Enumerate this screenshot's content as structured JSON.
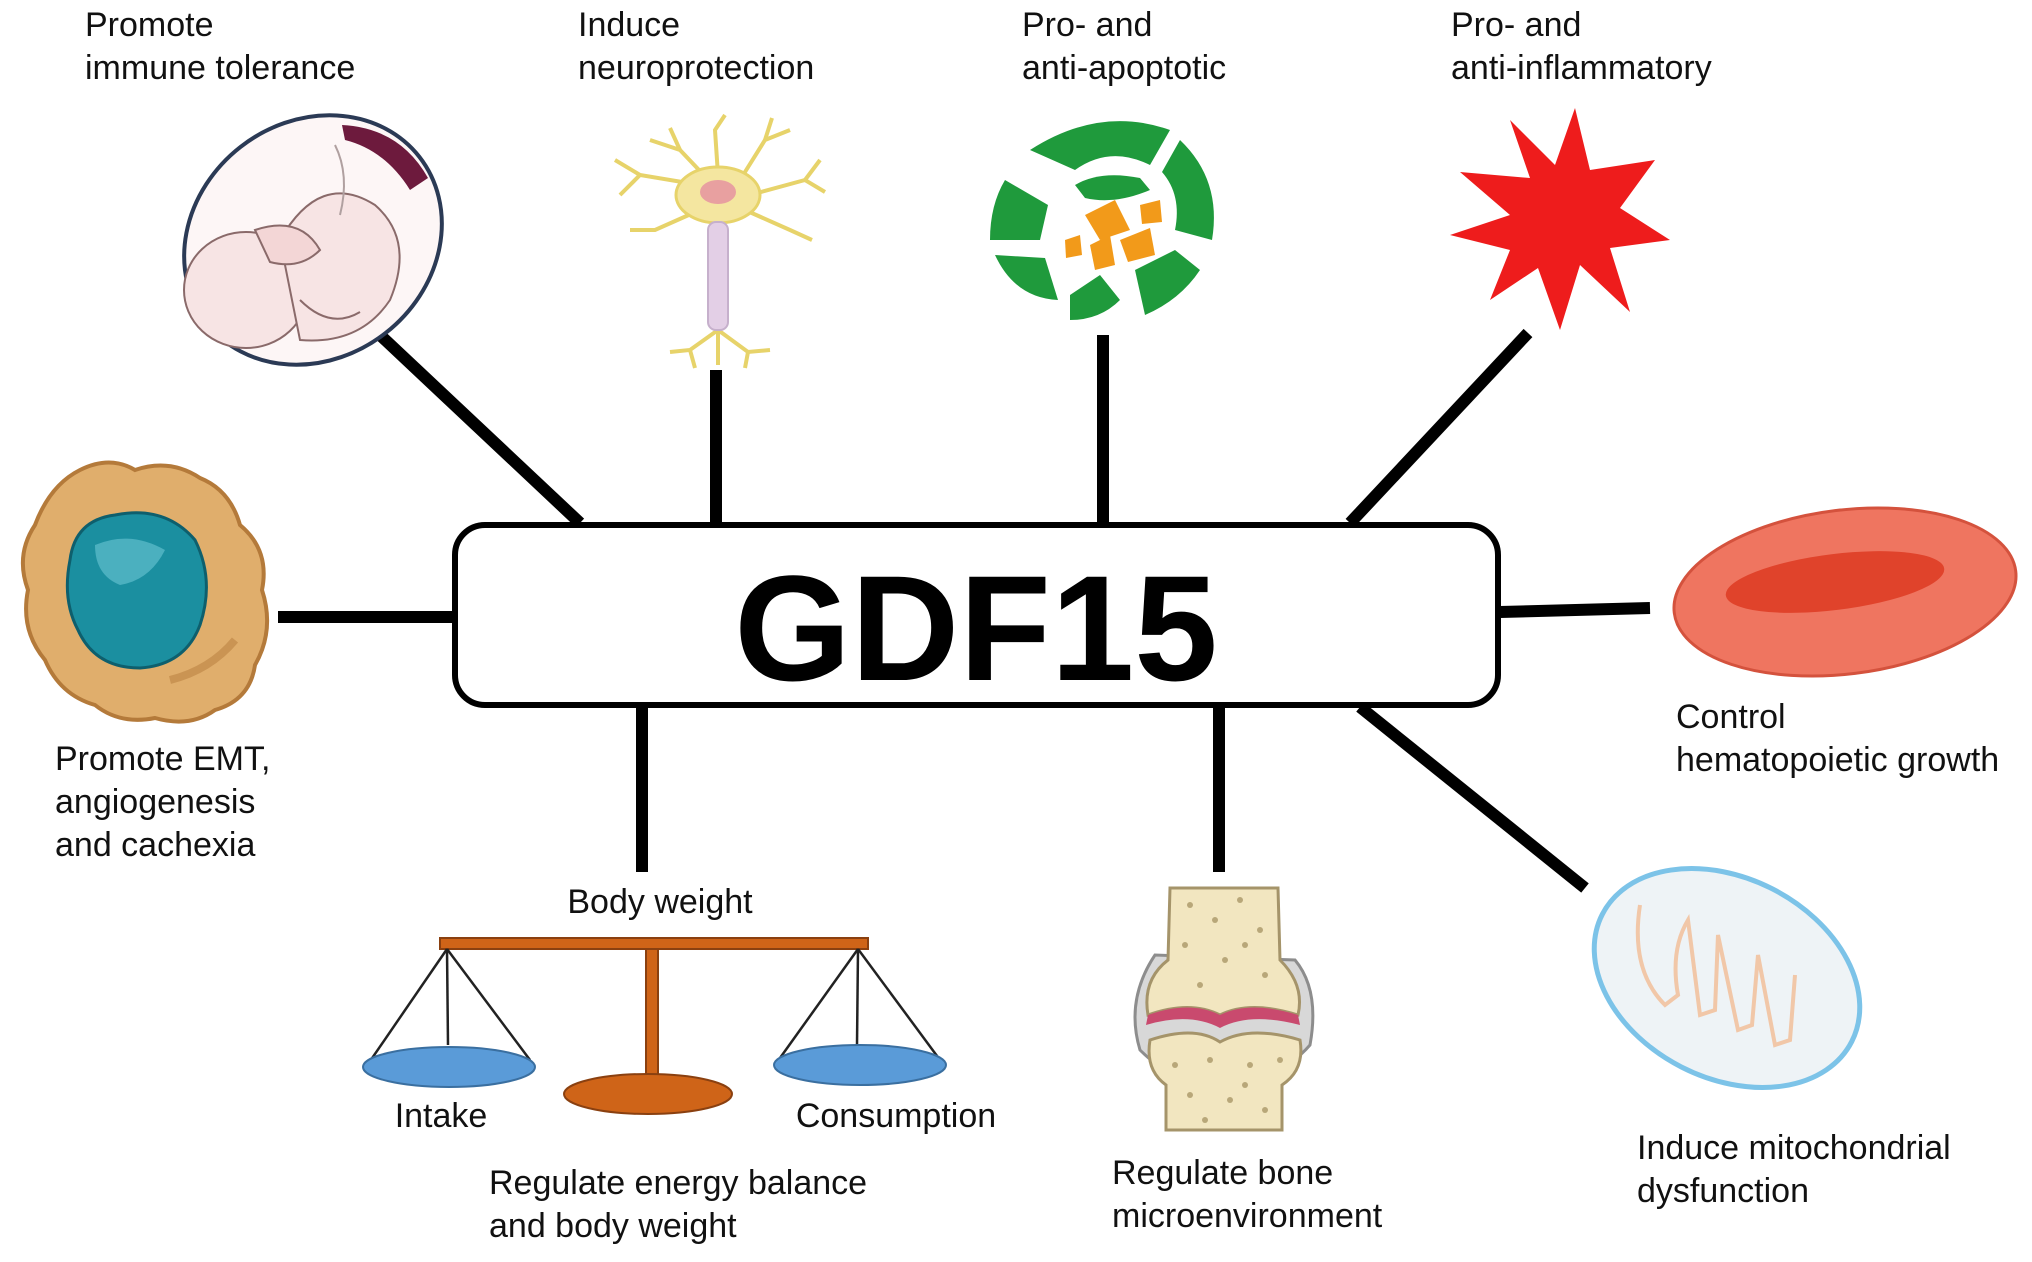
{
  "diagram": {
    "center": {
      "title": "GDF15"
    },
    "functions": {
      "immune": "Promote\nimmune tolerance",
      "neuro": "Induce\nneuroprotection",
      "apoptotic": "Pro- and\nanti-apoptotic",
      "inflammatory": "Pro- and\nanti-inflammatory",
      "emt": "Promote EMT,\nangiogenesis\nand cachexia",
      "hematopoietic": "Control\nhematopoietic growth",
      "energy": "Regulate energy balance\nand body weight",
      "bone": "Regulate bone\nmicroenvironment",
      "mito": "Induce mitochondrial\ndysfunction"
    },
    "scale": {
      "top_label": "Body weight",
      "left_label": "Intake",
      "right_label": "Consumption"
    }
  },
  "colors": {
    "connector": "#000000",
    "apoptosis_green": "#1f9a3c",
    "apoptosis_orange": "#f29a1a",
    "inflammation_red": "#ee1c1c",
    "erythrocyte": "#ef7560",
    "scale_blue": "#5a9bd8",
    "scale_brown": "#cf6418",
    "cancer_cell": "#e0ae6c",
    "nucleus": "#1b8fa0",
    "mitochondria_membrane": "#7cc3e8",
    "bone": "#f2e6c0",
    "cartilage": "#c94a6e"
  },
  "icons": [
    "fetus-in-uterus-icon",
    "neuron-icon",
    "apoptotic-cell-icon",
    "inflammation-burst-icon",
    "cancer-cell-icon",
    "red-blood-cell-icon",
    "balance-scale-icon",
    "bone-joint-icon",
    "mitochondrion-icon"
  ]
}
